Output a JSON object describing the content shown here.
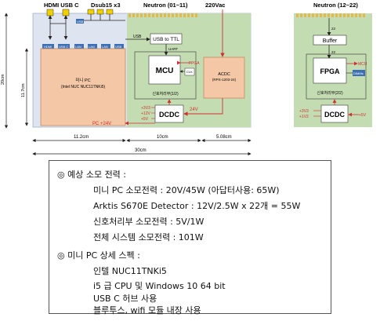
{
  "top_labels": {
    "hdmi_usbc": "HDMI USB C",
    "dsub": "Dsub15 x3",
    "neutron1": "Neutron (01~11)",
    "ac": "220Vac",
    "neutron2": "Neutron (12~22)"
  },
  "left": {
    "pc_title": "미니 PC",
    "pc_sub": "(Intel NUC NUC11TNKi5)",
    "hdmi": "HDMI",
    "usbc": "USB C",
    "usb": "USB",
    "usb2": "USB",
    "lan": "LAN",
    "lan2": "LAN",
    "lan3": "LAN"
  },
  "mid": {
    "usb_lbl": "USB",
    "usb_to_ttl": "USB to TTL",
    "uart": "UART",
    "mcu": "MCU",
    "fpga_arrow": "FPGA",
    "clk": "CLK",
    "sig_lbl": "신호처리부(1/2)",
    "dcdc": "DCDC",
    "v33": "+3V3",
    "v12": "+12V",
    "v5": "+5V",
    "v24": "24V",
    "pc24": "PC +24V"
  },
  "ac": {
    "acdc": "ACDC",
    "acdc_sub": "(RPS-1203-24)"
  },
  "right": {
    "n22": "22",
    "n22b": "22",
    "buffer": "Buffer",
    "fpga": "FPGA",
    "mcu": "MCU",
    "dimm": "DIMMs",
    "sig_lbl": "신호처리부(2/2)",
    "dcdc": "DCDC",
    "v33": "+3V3",
    "v12": "+1V2",
    "v5": "+5V"
  },
  "dims": {
    "h1": "20cm",
    "h2": "11.7cm",
    "w1": "11.2cm",
    "w2": "10cm",
    "w3": "5.08cm",
    "total": "30cm"
  },
  "spec": {
    "h1": "◎ 예상 소모 전력 :",
    "l1": "미니 PC 소모전력 : 20V/45W (아답터사용: 65W)",
    "l2": "Arktis S670E Detector : 12V/2.5W x 22개 = 55W",
    "l3": "신호처리부 소모전력 : 5V/1W",
    "l4": "전체 시스템 소모전력 : 101W",
    "h2": "◎ 미니 PC 상세 스펙 :",
    "l5": "인텔 NUC11TNKi5",
    "l6": "i5 급 CPU 및 Windows 10 64 bit",
    "l7": "USB C 허브 사용",
    "l8": "블루투스, wifi 모듈 내장 사용"
  }
}
